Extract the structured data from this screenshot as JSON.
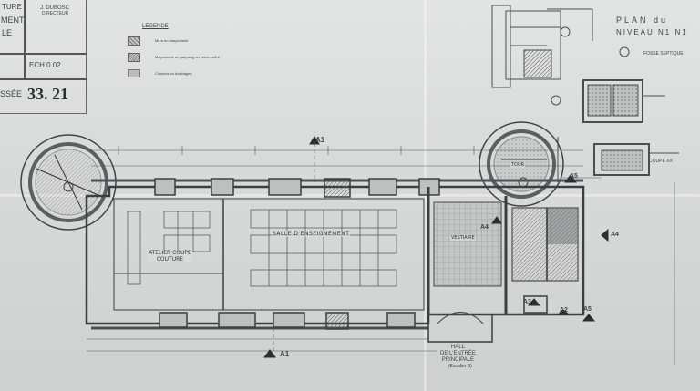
{
  "title_block": {
    "line1": "TURE",
    "line2": "MENT",
    "line3": "LE",
    "name": "J. DUBOSC",
    "small": "DIRECTEUR",
    "scale": "ECH 0.02",
    "sheet_prefix": "SSÉE",
    "sheet_number": "33. 21"
  },
  "legend": {
    "title": "LEGENDE",
    "items": [
      "Murs en maçonnerie",
      "Maçonnerie en parpaing ou béton coffré",
      "Cloisons ou doublages"
    ]
  },
  "plan": {
    "title": "PLAN du",
    "subtitle": "NIVEAU N1 N1",
    "fosse": "FOSSE SEPTIQUE",
    "coupe": "COUPE XX"
  },
  "rooms": {
    "atelier": "ATELIER COUPE\nCOUTURE",
    "salle": "SALLE D'ENSEIGNEMENT",
    "hall": "HALL\nDE L'ENTRÉE\nPRINCIPALE",
    "hall_sub": "(Escalier B)",
    "vestiaire": "VESTIAIRE",
    "tour": "TOUR"
  },
  "section_marks": {
    "a1_top": "A1",
    "a1_bottom": "A1",
    "a2": "A2",
    "a3": "A3",
    "a4_left": "A4",
    "a4_right": "A4",
    "a5_top": "A5",
    "a5_bottom": "A5"
  },
  "colors": {
    "paper": "#dcdedd",
    "ink": "#3e4346",
    "hatch": "#8a8f92"
  }
}
